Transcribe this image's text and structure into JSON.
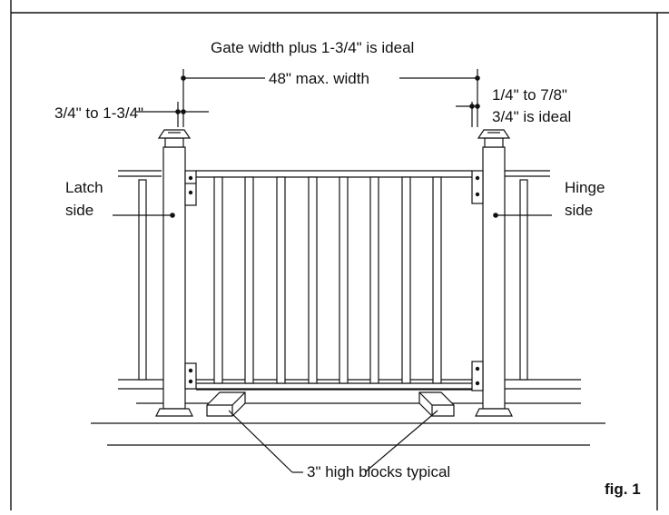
{
  "labels": {
    "gate_width": "Gate width plus 1-3/4\" is ideal",
    "max_width": "48\" max. width",
    "latch_gap": "3/4\" to 1-3/4\"",
    "hinge_gap_line1": "1/4\" to 7/8\"",
    "hinge_gap_line2": "3/4\" is ideal",
    "latch_side_line1": "Latch",
    "latch_side_line2": "side",
    "hinge_side_line1": "Hinge",
    "hinge_side_line2": "side",
    "blocks": "3\" high blocks typical",
    "figure": "fig. 1"
  },
  "colors": {
    "line": "#111111",
    "post_fill": "#ffffff",
    "background": "#ffffff"
  }
}
